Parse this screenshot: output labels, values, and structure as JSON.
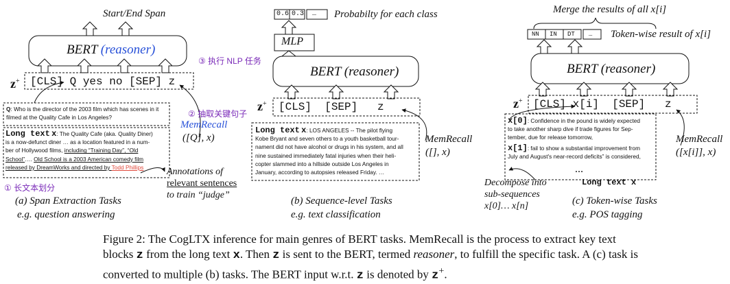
{
  "panel_a": {
    "top_label": "Start/End Span",
    "bert_label": "BERT",
    "bert_reasoner": "(reasoner)",
    "step3_label": "③ 执行 NLP 任务",
    "z_plus": "z",
    "input_seq": "[CLS] Q yes no [SEP] z",
    "question_q": "Q",
    "question_text": ": Who is the director of the 2003 film which has scenes in it filmed at the Quality Cafe in Los Angeles?",
    "step2_label": "② 抽取关键句子",
    "memrecall_label": "MemRecall",
    "memrecall_args": "([Q], x)",
    "longtext_head": "Long text",
    "longtext_x": "x",
    "longtext_l1": ": The Quality Cafe (aka. Quality Diner)",
    "longtext_l2": "is a now-defunct diner  … as a location featured in a num-",
    "longtext_l3a": "ber of Hollywood films, ",
    "longtext_l3b": "including “Training Day”, “Old",
    "longtext_l4a": "School”",
    "longtext_l4b": "…. ",
    "longtext_l4c": "Old School is a 2003 American comedy film",
    "longtext_l5a": "released by DreamWorks and directed by ",
    "longtext_l5b": "Todd Phillips",
    "annotations_l1": "Annotations of",
    "annotations_l2": "relevant sentences",
    "annotations_l3": "to train “judge”",
    "step1_label": "① 长文本划分",
    "title": "(a) Span Extraction Tasks",
    "example": "e.g. question answering"
  },
  "panel_b": {
    "probs": [
      "0.6",
      "0.3",
      "…"
    ],
    "probs_label": "Probabilty for each class",
    "mlp_label": "MLP",
    "bert_label": "BERT (reasoner)",
    "z_plus": "z",
    "input_seq": "[CLS]  [SEP]   z",
    "longtext_head": "Long text",
    "longtext_x": "x",
    "longtext_lines": [
      ": LOS ANGELES -- The pilot flying",
      "Kobe Bryant and seven others to a youth basketball tour-",
      "nament did not have alcohol or drugs in his system, and all",
      "nine sustained immediately fatal injuries when their heli-",
      "copter slammed into a hillside outside Los Angeles in",
      "January, according to autopsies released Friday. …"
    ],
    "memrecall_label": "MemRecall",
    "memrecall_args": "([], x)",
    "title": "(b) Sequence-level Tasks",
    "example": "e.g. text classification"
  },
  "panel_c": {
    "merge_label": "Merge the results of all x[i]",
    "tags": [
      "NN",
      "IN",
      "DT",
      "…"
    ],
    "tags_label": "Token-wise result of x[i]",
    "bert_label": "BERT (reasoner)",
    "z_plus": "z",
    "input_seq": "[CLS] x[i]  [SEP]   z",
    "x0_head": "x[0]",
    "x0_lines": [
      ": Confidence in the pound is widely expected",
      "to take another sharp dive if trade figures for Sep-",
      "tember, due for release tomorrow,"
    ],
    "x1_head": "x[1]",
    "x1_lines": [
      ": fail to show a substantial improvement from",
      "July and August's near-record deficits” is considered,"
    ],
    "ellipsis": "…",
    "longtext_label": "Long text x",
    "memrecall_label": "MemRecall",
    "memrecall_args": "([x[i]], x)",
    "decompose_l1": "Decompose into",
    "decompose_l2": "sub-sequences",
    "decompose_l3": "x[0]… x[n]",
    "title": "(c) Token-wise Tasks",
    "example": "e.g. POS tagging"
  },
  "caption": {
    "prefix": "Figure 2: The CogLTX inference for main genres of BERT tasks. MemRecall is the process to extract key text blocks ",
    "z1": "z",
    "mid1": " from the long text ",
    "x1": "x",
    "mid2": ". Then ",
    "z2": "z",
    "mid3": " is sent to the BERT, termed ",
    "reasoner": "reasoner",
    "mid4": ", to fulfill the specific task. A (c) task is converted to multiple (b) tasks. The BERT input w.r.t. ",
    "z3": "z",
    "mid5": " is denoted by ",
    "z4": "z",
    "sup": "+",
    "end": "."
  },
  "colors": {
    "accent_red": "#e0483b",
    "accent_purple": "#7a2ab8",
    "accent_blue": "#2750d8"
  }
}
